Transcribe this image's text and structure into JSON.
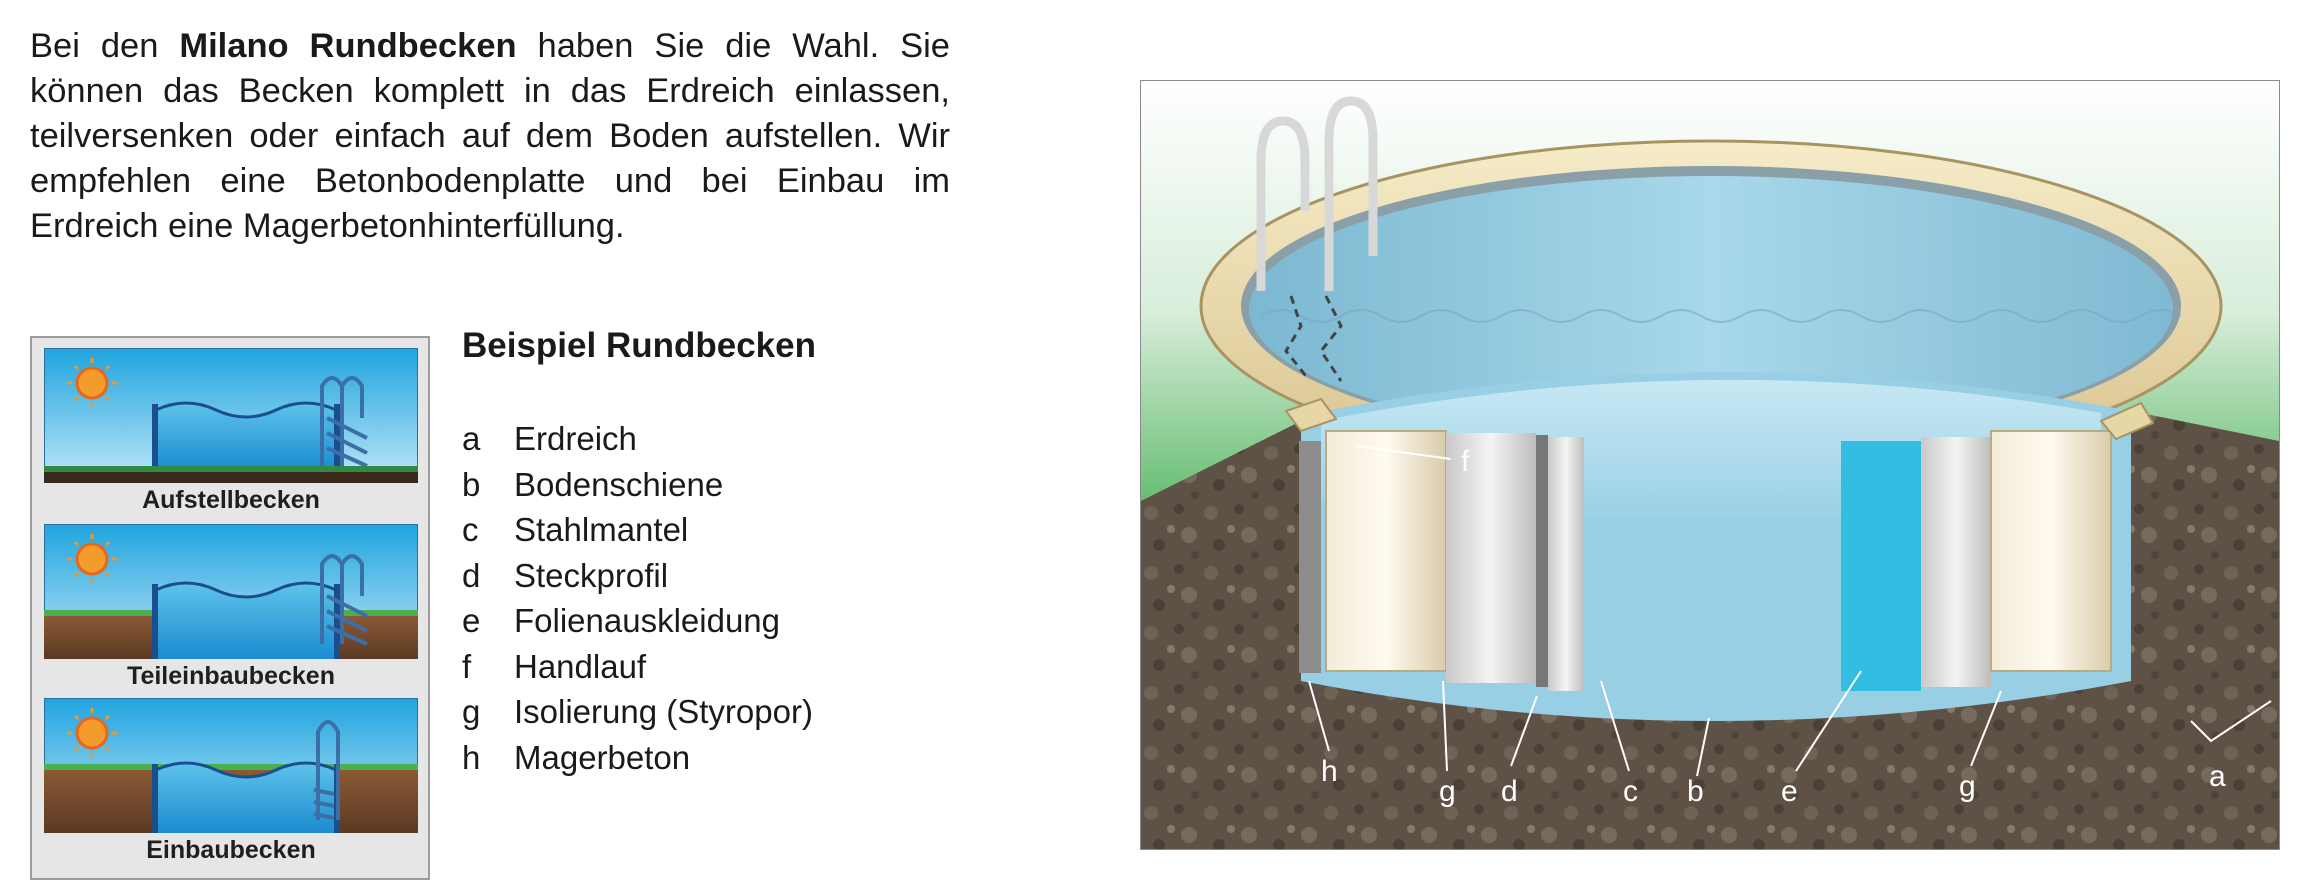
{
  "intro": {
    "before": "Bei den ",
    "bold": "Milano Rundbecken",
    "after": " haben Sie die Wahl. Sie können das Becken komplett in das Erdreich einlassen, teilversenken oder einfach auf dem Boden aufstellen. Wir empfehlen eine Betonbodenplatte und bei Einbau im Erdreich eine Magerbetonhinterfüllung."
  },
  "types": [
    {
      "label": "Aufstellbecken"
    },
    {
      "label": "Teileinbaubecken"
    },
    {
      "label": "Einbaubecken"
    }
  ],
  "legend": {
    "title": "Beispiel Rundbecken",
    "items": [
      {
        "key": "a",
        "text": "Erdreich"
      },
      {
        "key": "b",
        "text": "Bodenschiene"
      },
      {
        "key": "c",
        "text": "Stahlmantel"
      },
      {
        "key": "d",
        "text": "Steckprofil"
      },
      {
        "key": "e",
        "text": "Folienauskleidung"
      },
      {
        "key": "f",
        "text": "Handlauf"
      },
      {
        "key": "g",
        "text": "Isolierung (Styropor)"
      },
      {
        "key": "h",
        "text": "Magerbeton"
      }
    ]
  },
  "pool_labels": {
    "a": "a",
    "b": "b",
    "c": "c",
    "d": "d",
    "e": "e",
    "f": "f",
    "g1": "g",
    "g2": "g",
    "h": "h"
  },
  "colors": {
    "water": "#9fd3e8",
    "soil": "#5c5045",
    "grass": "#2f9a45",
    "rim": "#efe0b8",
    "liner": "#34bde2"
  }
}
